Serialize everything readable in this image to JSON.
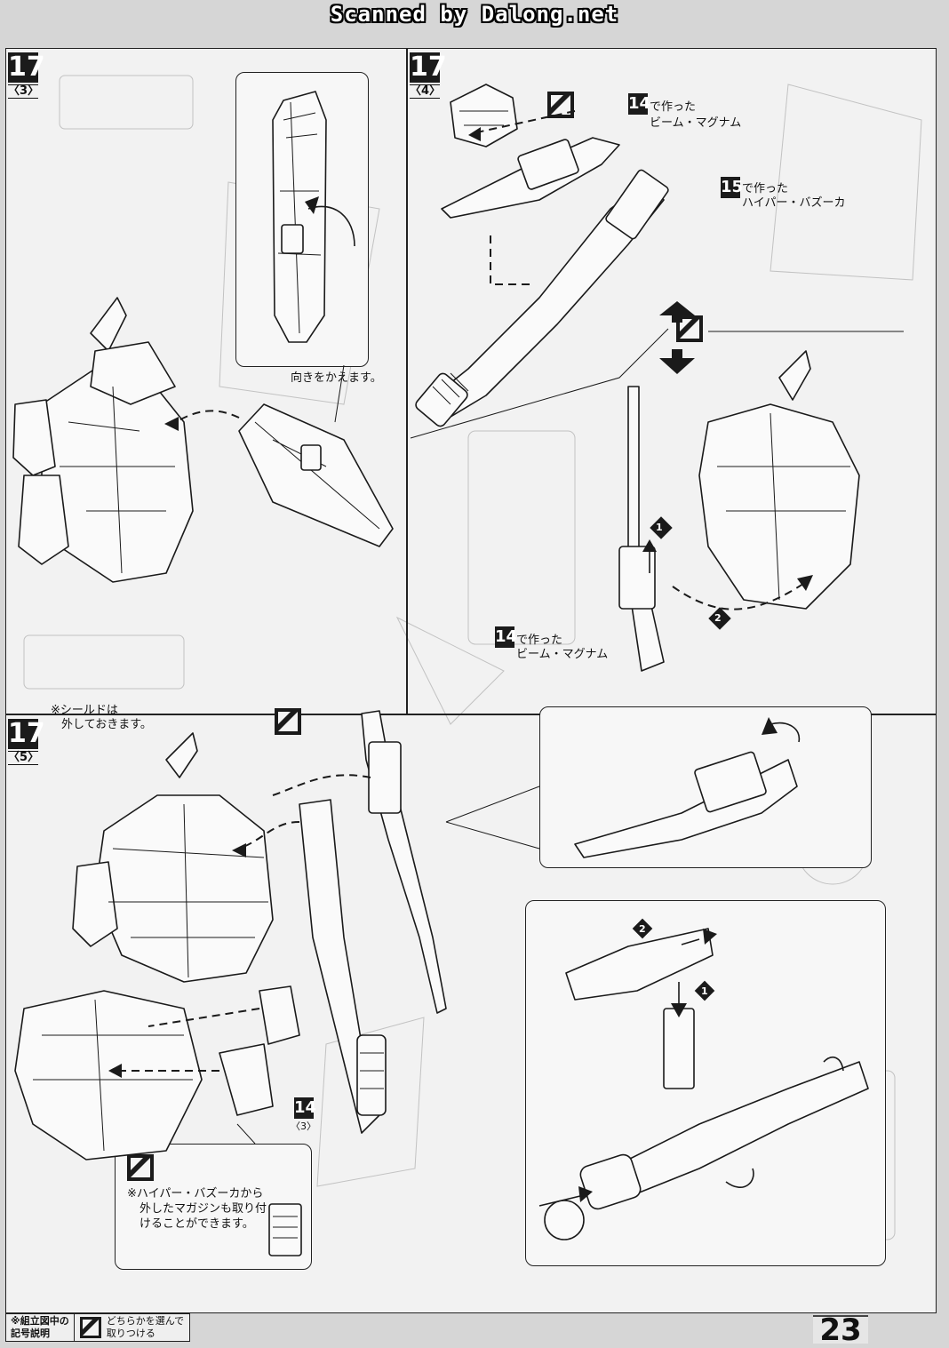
{
  "header": {
    "scan_credit": "Scanned by Dalong.net"
  },
  "steps": [
    {
      "id": "17-3",
      "number": "17",
      "sub": "〈3〉",
      "callout_note": "向きをかえます。"
    },
    {
      "id": "17-4",
      "number": "17",
      "sub": "〈4〉",
      "refs": [
        {
          "num": "14",
          "line1": "で作った",
          "line2": "ビーム・マグナム"
        },
        {
          "num": "15",
          "line1": "で作った",
          "line2": "ハイパー・バズーカ"
        },
        {
          "num": "14",
          "line1": "で作った",
          "line2": "ビーム・マグナム"
        }
      ],
      "badges": [
        "1",
        "2"
      ]
    },
    {
      "id": "17-5",
      "number": "17",
      "sub": "〈5〉",
      "note_line1": "※シールドは",
      "note_line2": "外しておきます。",
      "ref_num": "14",
      "ref_sub": "〈3〉",
      "magazine_note_line1": "※ハイパー・バズーカから",
      "magazine_note_line2": "外したマガジンも取り付",
      "magazine_note_line3": "けることができます。",
      "badges": [
        "2",
        "1"
      ]
    }
  ],
  "legend": {
    "label_line1": "※組立図中の",
    "label_line2": "記号説明",
    "text_line1": "どちらかを選んで",
    "text_line2": "取りつける"
  },
  "page_number": "23",
  "icons": [
    "choice-icon",
    "arrow-icon",
    "double-arrow-icon"
  ]
}
